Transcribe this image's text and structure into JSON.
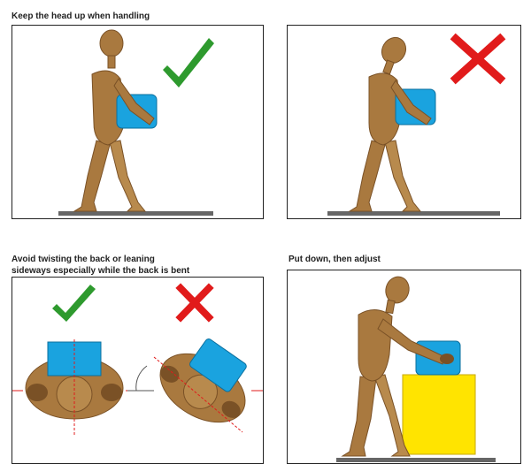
{
  "captions": {
    "head_up": "Keep the head up when handling",
    "twisting_line1": "Avoid twisting the back or leaning",
    "twisting_line2": "sideways especially while the back is bent",
    "put_down": "Put down, then adjust"
  },
  "colors": {
    "figure": "#a9793f",
    "figure_dark": "#7a5126",
    "box_blue": "#1aa3df",
    "box_yellow": "#ffe400",
    "check_green": "#2e9a2e",
    "cross_red": "#e11b1b",
    "floor": "#666666"
  },
  "icons": {
    "correct": "check-icon",
    "incorrect": "cross-icon"
  }
}
